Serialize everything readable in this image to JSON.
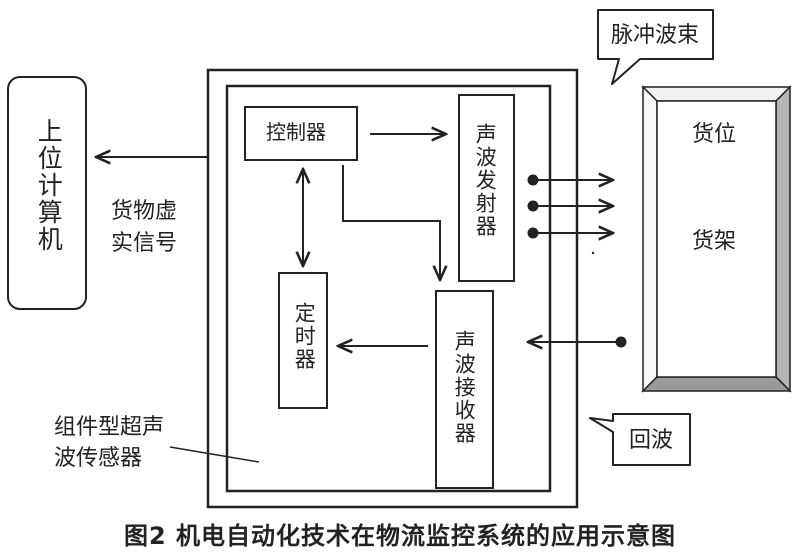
{
  "diagram": {
    "host_computer": "上位计算机",
    "virtual_signal": [
      "货物虚",
      "实信号"
    ],
    "controller": "控制器",
    "emitter": "声波发射器",
    "timer": "定时器",
    "receiver": "声波接收器",
    "sensor_label": [
      "组件型超声",
      "波传感器"
    ],
    "pulse_beam": "脉冲波束",
    "echo": "回波",
    "shelf_slot": "货位",
    "shelf": "货架",
    "caption": "图2 机电自动化技术在物流监控系统的应用示意图",
    "colors": {
      "stroke": "#222222",
      "fill": "#ffffff",
      "shelf_inner": "#dcdcdc"
    }
  }
}
